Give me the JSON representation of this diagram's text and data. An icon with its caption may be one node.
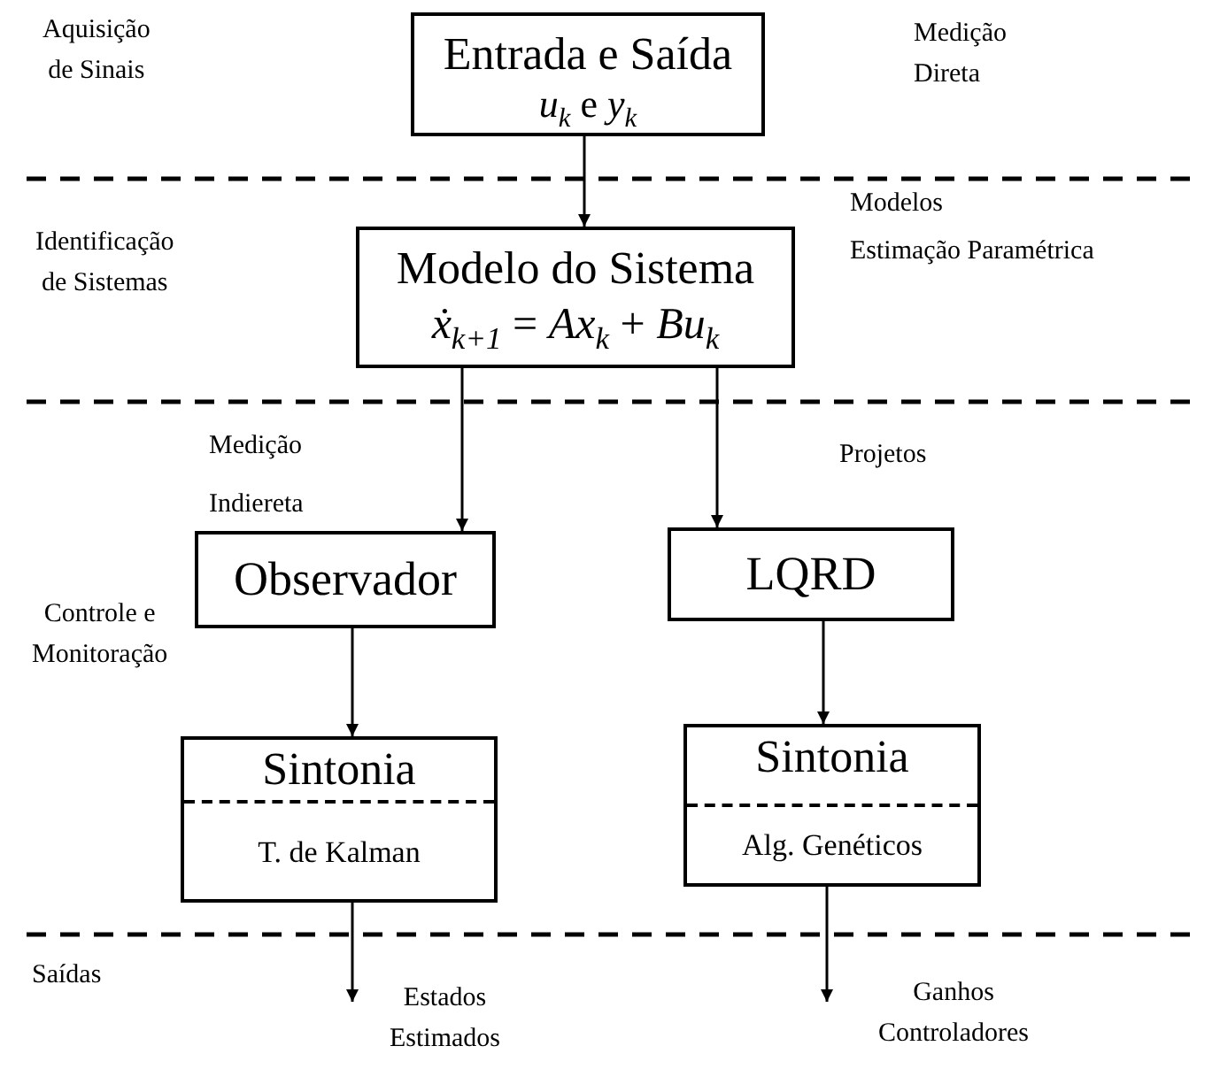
{
  "diagram": {
    "nodes": [
      {
        "text": [
          "Entrada e Saída",
          "*u*$_{k}$ e *y*$_{k}$"
        ]
      },
      {
        "text": [
          "Modelo do Sistema",
          "*ẋ*$_{k+1}$ = *Ax*$_{k}$ + *Bu*$_{k}$"
        ]
      },
      {
        "text": [
          "Observador"
        ]
      },
      {
        "text": [
          "LQRD"
        ]
      },
      {
        "text": [
          "Sintonia",
          "T. de Kalman"
        ]
      },
      {
        "text": [
          "Sintonia",
          "Alg. Genéticos"
        ]
      }
    ],
    "edges": [
      {
        "from": 0,
        "to": 1,
        "arrow": "to"
      },
      {
        "from": 1,
        "to": 2,
        "arrow": "to"
      },
      {
        "from": 1,
        "to": 3,
        "arrow": "to"
      },
      {
        "from": 2,
        "to": 4,
        "arrow": "to"
      },
      {
        "from": 3,
        "to": 5,
        "arrow": "to"
      },
      {
        "from": 4,
        "to": null,
        "arrow": "to"
      },
      {
        "from": 5,
        "to": null,
        "arrow": "to"
      }
    ],
    "labels": [
      "Aquisição de Sinais",
      "Medição Direta",
      "Modelos",
      "Estimação Paramétrica",
      "Identificação de Sistemas",
      "Medição Indiereta",
      "Projetos",
      "Controle e Monitoração",
      "Saídas",
      "Estados Estimados",
      "Ganhos Controladores"
    ]
  }
}
